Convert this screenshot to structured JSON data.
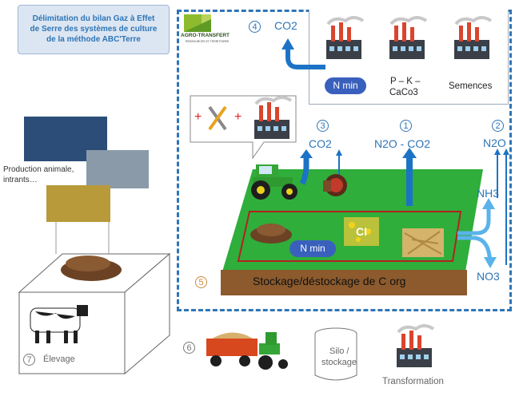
{
  "title_lines": [
    "Délimitation du bilan Gaz à Effet",
    "de Serre des systèmes de culture",
    "de la méthode ABC'Terre"
  ],
  "logo": {
    "name": "AGRO-TRANSFERT",
    "tagline": "RESSOURCES ET TERRITOIRES"
  },
  "markers": {
    "m1": "1",
    "m2": "2",
    "m3": "3",
    "m4": "4",
    "m5": "5",
    "m6": "6",
    "m7": "7"
  },
  "top_zone": {
    "co2": "CO2",
    "nmin": "N min",
    "pk": "P – K –",
    "caco3": "CaCo3",
    "semences": "Semences"
  },
  "field": {
    "co2_3": "CO2",
    "n2o_co2": "N2O - CO2",
    "n2o": "N2O",
    "nh3": "NH3",
    "no3": "NO3",
    "nmin": "N min",
    "ci": "CI",
    "stockage": "Stockage/déstockage de C org"
  },
  "bubble": {
    "plus1": "+",
    "plus2": "+"
  },
  "elevage": {
    "production": "Production animale,",
    "intrants": "intrants…",
    "label": "Élevage"
  },
  "bottom": {
    "silo_line1": "Silo /",
    "silo_line2": "stockage",
    "transformation": "Transformation"
  },
  "colors": {
    "blue": "#2e75b6",
    "arrow": "#1c73c6",
    "light_arrow": "#5ab3ea",
    "grass": "#2fae3b",
    "soil": "#8c5a2c",
    "nmin": "#3a60bd"
  }
}
